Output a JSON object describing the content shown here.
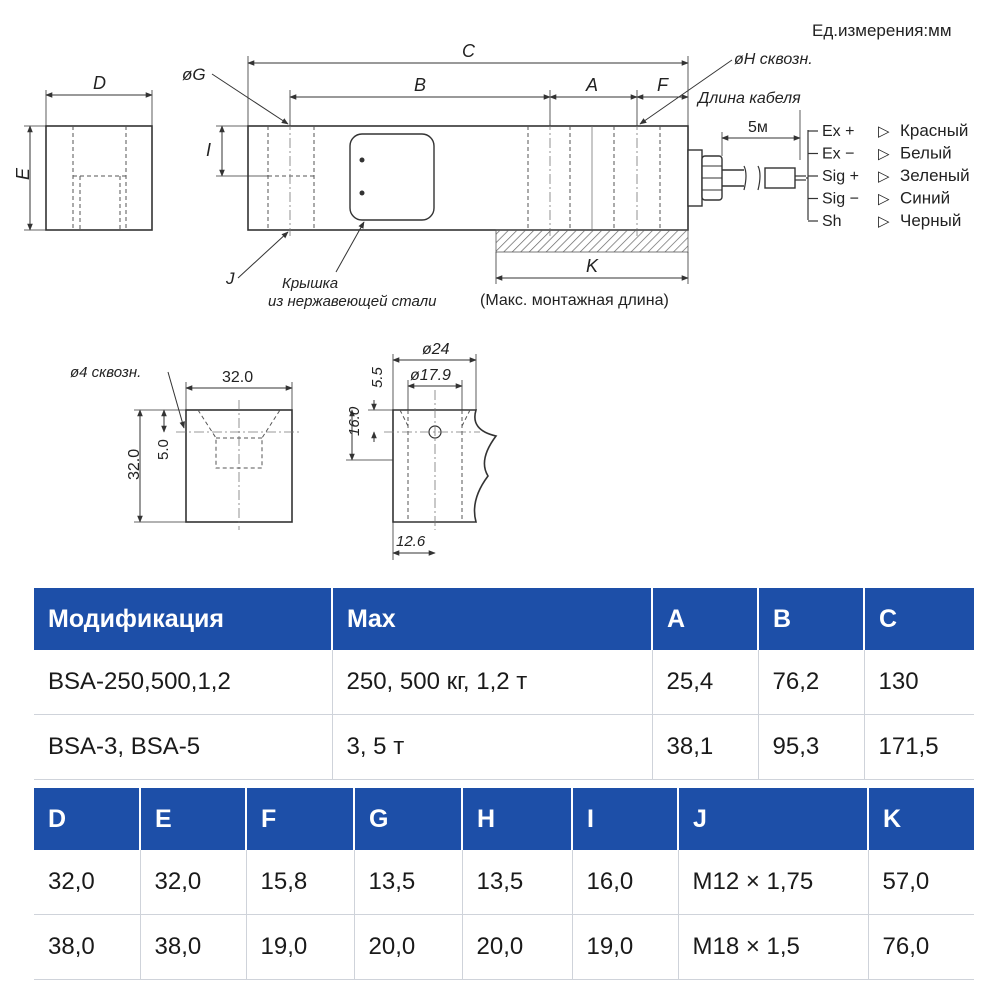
{
  "units_label": "Ед.измерения:мм",
  "drawing": {
    "labels": {
      "D": "D",
      "E": "E",
      "C": "C",
      "B": "B",
      "A": "A",
      "F": "F",
      "I": "I",
      "J": "J",
      "K": "K",
      "phiG": "øG",
      "phiH": "øH сквозн.",
      "cable_length": "Длина кабеля",
      "cable_5m": "5м",
      "cover_line1": "Крышка",
      "cover_line2": "из нержавеющей стали",
      "mount_length": "(Макс. монтажная длина)",
      "phi4": "ø4 сквозн.",
      "dim_32_top": "32.0",
      "dim_32_side": "32.0",
      "dim_5": "5.0",
      "dim_phi24": "ø24",
      "dim_phi179": "ø17.9",
      "dim_55": "5.5",
      "dim_16": "16.0",
      "dim_126": "12.6"
    },
    "wiring": [
      {
        "signal": "Ex +",
        "color": "Красный"
      },
      {
        "signal": "Ex −",
        "color": "Белый"
      },
      {
        "signal": "Sig +",
        "color": "Зеленый"
      },
      {
        "signal": "Sig −",
        "color": "Синий"
      },
      {
        "signal": "Sh",
        "color": "Черный"
      }
    ],
    "arrow_glyph": "▷"
  },
  "table_top": {
    "headers": [
      "Модификация",
      "Max",
      "A",
      "B",
      "C"
    ],
    "rows": [
      [
        "BSA-250,500,1,2",
        "250, 500 кг, 1,2 т",
        "25,4",
        "76,2",
        "130"
      ],
      [
        "BSA-3, BSA-5",
        "3, 5 т",
        "38,1",
        "95,3",
        "171,5"
      ]
    ]
  },
  "table_bottom": {
    "headers": [
      "D",
      "E",
      "F",
      "G",
      "H",
      "I",
      "J",
      "K"
    ],
    "rows": [
      [
        "32,0",
        "32,0",
        "15,8",
        "13,5",
        "13,5",
        "16,0",
        "M12 × 1,75",
        "57,0"
      ],
      [
        "38,0",
        "38,0",
        "19,0",
        "20,0",
        "20,0",
        "19,0",
        "M18 × 1,5",
        "76,0"
      ]
    ]
  },
  "colors": {
    "header_bg": "#1d4fa8",
    "header_text": "#ffffff",
    "line": "#333333"
  }
}
